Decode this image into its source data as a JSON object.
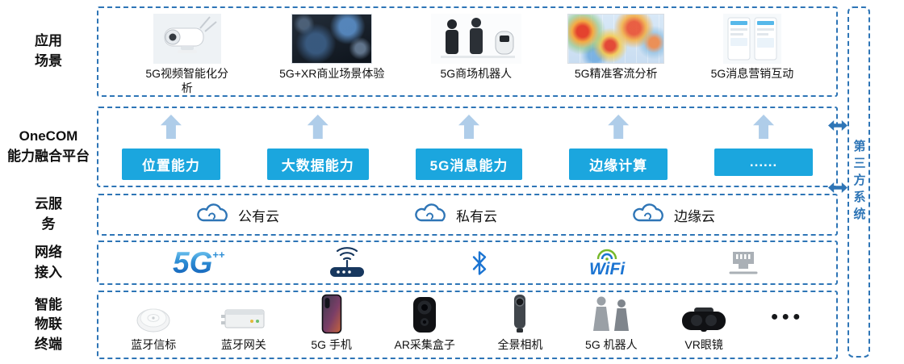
{
  "left_labels": {
    "app": "应用\n场景",
    "onecom": "OneCOM\n能力融合平台",
    "cloud": "云服\n务",
    "network": "网络\n接入",
    "devices": "智能\n物联\n终端"
  },
  "app_layer": {
    "items": [
      {
        "caption": "5G视频智能化分析",
        "icon": "surveillance-camera"
      },
      {
        "caption": "5G+XR商业场景体验",
        "icon": "xr-scene"
      },
      {
        "caption": "5G商场机器人",
        "icon": "mall-robots"
      },
      {
        "caption": "5G精准客流分析",
        "icon": "customer-flow-heatmap"
      },
      {
        "caption": "5G消息营销互动",
        "icon": "message-marketing"
      }
    ]
  },
  "onecom_layer": {
    "buttons": [
      "位置能力",
      "大数据能力",
      "5G消息能力",
      "边缘计算",
      "......"
    ]
  },
  "cloud_layer": {
    "items": [
      "公有云",
      "私有云",
      "边缘云"
    ]
  },
  "network_layer": {
    "fiveg_label": "5G",
    "fiveg_sup": "++",
    "wifi_label": "WiFi",
    "icons": [
      "5g-logo",
      "wireless-router",
      "bluetooth",
      "wifi",
      "ethernet-port"
    ]
  },
  "device_layer": {
    "items": [
      "蓝牙信标",
      "蓝牙网关",
      "5G 手机",
      "AR采集盒子",
      "全景相机",
      "5G 机器人",
      "VR眼镜"
    ],
    "more": "●●●"
  },
  "third_party": {
    "label": "第三方系统"
  },
  "colors": {
    "dashed_border": "#2E75B6",
    "capability_button": "#1BA6DE",
    "up_arrow": "#AFCDE9",
    "third_party_text": "#2E75B6",
    "wifi_green": "#76B82A",
    "icon_blue": "#1B74D2"
  }
}
